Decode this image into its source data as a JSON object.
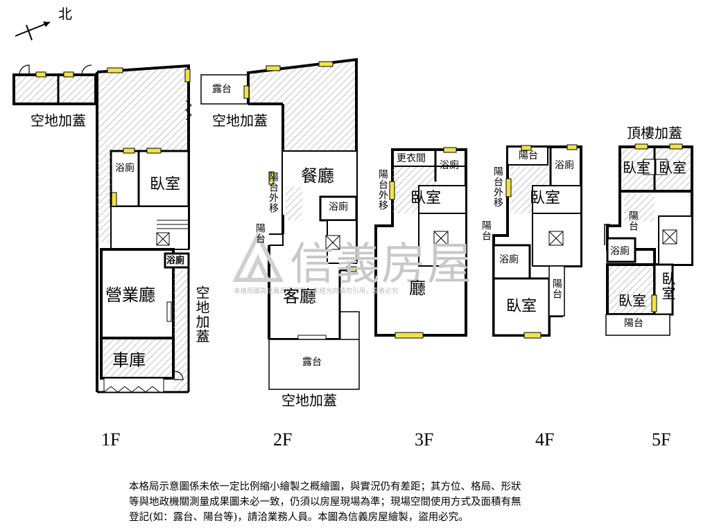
{
  "compass": {
    "label": "北"
  },
  "watermark": {
    "brand": "信義房屋",
    "subtitle": "本格局圖為信義房屋繪製，未經允許請勿引用，違者必究"
  },
  "floors": {
    "f1": {
      "name": "1F",
      "rooms": {
        "yard_top": "空地加蓋",
        "bath": "浴廁",
        "bedroom": "臥室",
        "bath2": "浴廁",
        "hall": "營業廳",
        "garage": "車庫",
        "yard_side": "空地加蓋"
      }
    },
    "f2": {
      "name": "2F",
      "rooms": {
        "terrace_top": "露台",
        "yard_top": "空地加蓋",
        "dining": "餐廳",
        "balcony_moved": "陽台外移",
        "bath": "浴廁",
        "balcony": "陽台",
        "living": "客廳",
        "terrace": "露台",
        "yard_bottom": "空地加蓋"
      }
    },
    "f3": {
      "name": "3F",
      "rooms": {
        "closet": "更衣間",
        "bath": "浴廁",
        "balcony_moved": "陽台外移",
        "bedroom": "臥室",
        "hall": "廳"
      }
    },
    "f4": {
      "name": "4F",
      "rooms": {
        "balcony_top": "陽台",
        "bath": "浴廁",
        "balcony_moved": "陽台外移",
        "bedroom": "臥室",
        "balcony_left": "陽台",
        "bath2": "浴廁",
        "bedroom2": "臥室",
        "balcony_right": "陽台"
      }
    },
    "f5": {
      "name": "5F",
      "rooms": {
        "roof_add": "頂樓加蓋",
        "bedroom_a": "臥室",
        "bedroom_b": "臥室",
        "balcony_left": "陽台",
        "bath": "浴廁",
        "bedroom_c": "臥室",
        "bedroom_d": "臥室",
        "balcony_bottom": "陽台"
      }
    }
  },
  "disclaimer": {
    "line1": "本格局示意圖係未依一定比例縮小繪製之概繪圖，與實況仍有差距；其方位、格局、形狀",
    "line2": "等與地政機關測量成果圖未必一致，仍須以房屋現場為準；現場空間使用方式及面積有無",
    "line3": "登記(如：露台、陽台等)，請洽業務人員。本圖為信義房屋繪製，盜用必究。"
  }
}
